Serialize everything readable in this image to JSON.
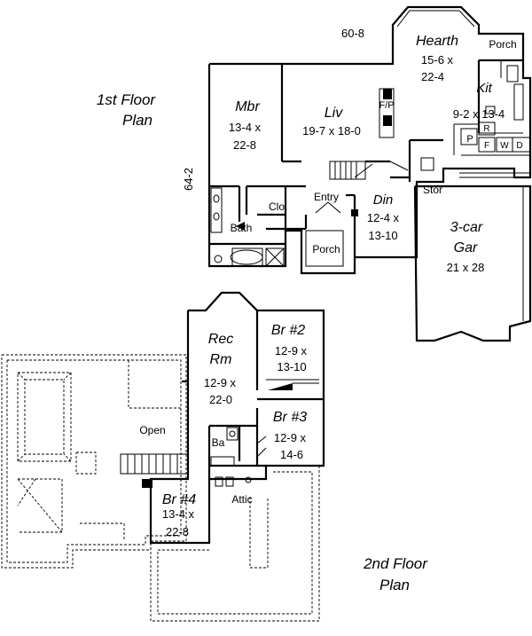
{
  "plans": {
    "first_floor": {
      "title_line1": "1st Floor",
      "title_line2": "Plan",
      "width_dim": "60-8",
      "depth_dim": "64-2"
    },
    "second_floor": {
      "title_line1": "2nd Floor",
      "title_line2": "Plan"
    }
  },
  "rooms": {
    "hearth": {
      "name": "Hearth",
      "size_line1": "15-6 x",
      "size_line2": "22-4"
    },
    "porch_top": {
      "name": "Porch"
    },
    "kit": {
      "name": "Kit",
      "size": "9-2 x 13-4"
    },
    "mbr": {
      "name": "Mbr",
      "size_line1": "13-4 x",
      "size_line2": "22-8"
    },
    "liv": {
      "name": "Liv",
      "size": "19-7 x 18-0"
    },
    "fp": {
      "name": "F/P"
    },
    "clo": {
      "name": "Clo"
    },
    "entry": {
      "name": "Entry"
    },
    "din": {
      "name": "Din",
      "size_line1": "12-4 x",
      "size_line2": "13-10"
    },
    "bath": {
      "name": "Bath"
    },
    "porch_front": {
      "name": "Porch"
    },
    "stor": {
      "name": "Stor"
    },
    "gar": {
      "name_line1": "3-car",
      "name_line2": "Gar",
      "size": "21 x 28"
    },
    "pantry": {
      "name": "P"
    },
    "refrig": {
      "name": "R"
    },
    "freezer": {
      "name": "F"
    },
    "washer": {
      "name": "W"
    },
    "dryer": {
      "name": "D"
    },
    "rec": {
      "name_line1": "Rec",
      "name_line2": "Rm",
      "size_line1": "12-9 x",
      "size_line2": "22-0"
    },
    "br2": {
      "name": "Br #2",
      "size_line1": "12-9 x",
      "size_line2": "13-10"
    },
    "open": {
      "name": "Open"
    },
    "br3": {
      "name": "Br #3",
      "size_line1": "12-9 x",
      "size_line2": "14-6"
    },
    "ba": {
      "name": "Ba"
    },
    "attic": {
      "name": "Attic"
    },
    "br4": {
      "name": "Br #4",
      "size_line1": "13-4 x",
      "size_line2": "22-8"
    }
  }
}
